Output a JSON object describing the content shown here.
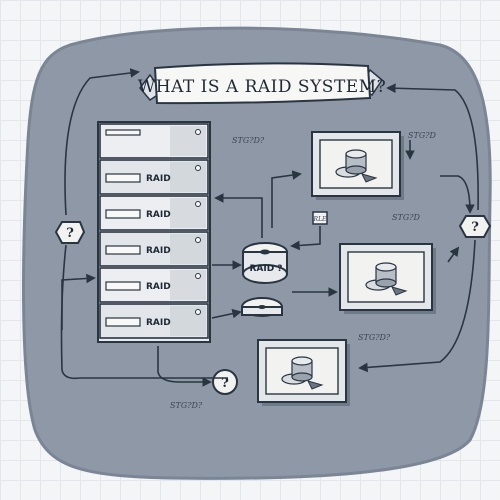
{
  "title": "WHAT IS A RAID SYSTEM?",
  "server_rack": {
    "units": [
      {
        "label": ""
      },
      {
        "label": "RAID"
      },
      {
        "label": "RAID"
      },
      {
        "label": "RAID"
      },
      {
        "label": "RAID"
      },
      {
        "label": "RAID"
      }
    ]
  },
  "disk_stack_label": "RAID ?",
  "scribbles": {
    "rack_top": "STG?D?",
    "monitor_top_right": "STG?D",
    "right_middle": "STG?D",
    "middle_right": "STG?D?",
    "bottom_left": "STG?D?",
    "small_box": "RLE"
  },
  "question_badges": [
    {
      "label": "?"
    },
    {
      "label": "?"
    },
    {
      "label": "?"
    }
  ],
  "colors": {
    "blob": "#8d97a6",
    "blob_edge": "#7d8898",
    "ink": "#2a3542",
    "monitor_screen": "#f2f2f0",
    "paper_white": "#f7f7f5"
  }
}
